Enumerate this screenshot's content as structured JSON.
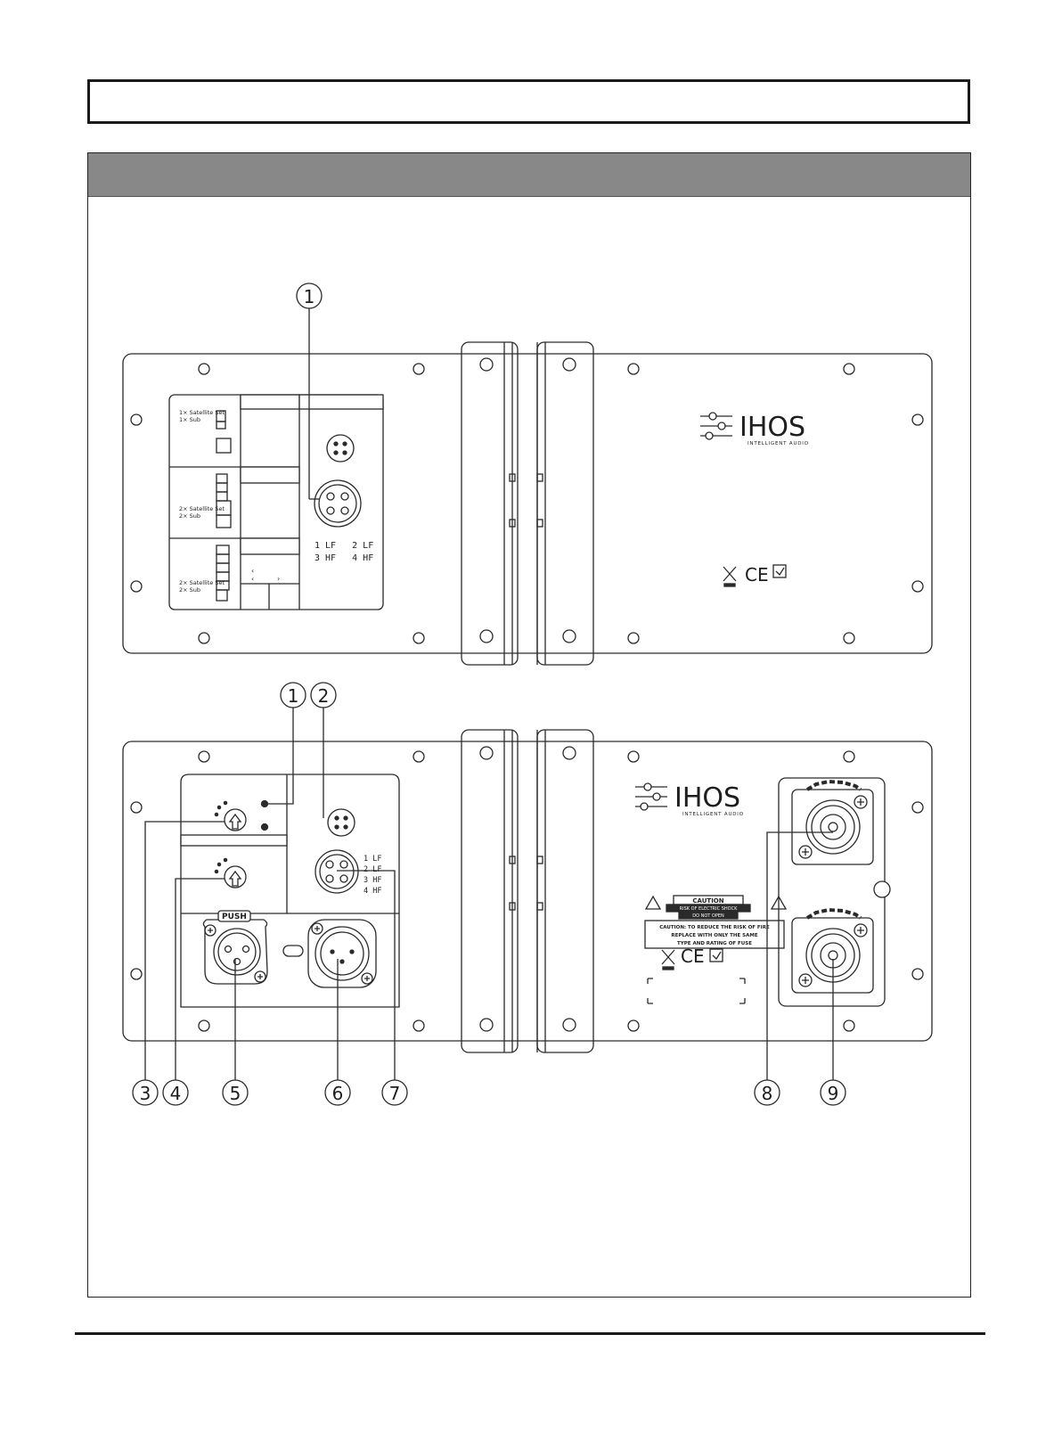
{
  "brand": {
    "name": "IHOS",
    "tagline": "INTELLIGENT AUDIO"
  },
  "top_panel": {
    "callout": "1",
    "configs": [
      {
        "line1": "1× Satellite Set",
        "line2": "1× Sub"
      },
      {
        "line1": "2× Satellite Set",
        "line2": "2× Sub"
      },
      {
        "line1": "2× Satellite Set",
        "line2": "2× Sub"
      }
    ],
    "pinout": {
      "row1": "1 LF   2 LF",
      "row2": "3 HF   4 HF"
    }
  },
  "bottom_panel": {
    "pinout": [
      "1 LF",
      "2 LF",
      "3 HF",
      "4 HF"
    ],
    "push_label": "PUSH",
    "caution": {
      "title": "CAUTION",
      "line1": "RISK OF ELECTRIC SHOCK",
      "line2": "DO NOT OPEN",
      "body1": "CAUTION: TO REDUCE THE RISK OF FIRE",
      "body2": "REPLACE WITH ONLY THE SAME",
      "body3": "TYPE AND RATING OF FUSE"
    },
    "ce_mark": "CE",
    "callouts": [
      "1",
      "2",
      "3",
      "4",
      "5",
      "6",
      "7",
      "8",
      "9"
    ]
  },
  "colors": {
    "line": "#2a2a2a",
    "section_bar": "#888888"
  }
}
